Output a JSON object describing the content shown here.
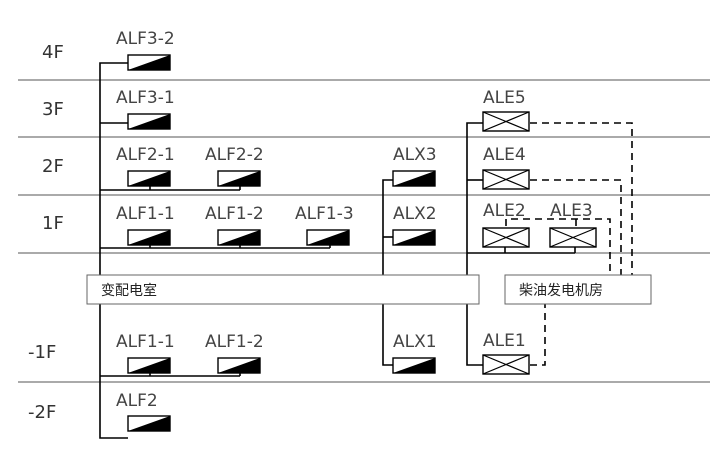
{
  "floors": [
    {
      "id": "4f",
      "label": "4F"
    },
    {
      "id": "3f",
      "label": "3F"
    },
    {
      "id": "2f",
      "label": "2F"
    },
    {
      "id": "1f",
      "label": "1F"
    },
    {
      "id": "b1f",
      "label": "-1F"
    },
    {
      "id": "b2f",
      "label": "-2F"
    }
  ],
  "rooms": {
    "substation": "变配电室",
    "generator": "柴油发电机房"
  },
  "panels": {
    "alf3_2": "ALF3-2",
    "alf3_1": "ALF3-1",
    "alf2_1": "ALF2-1",
    "alf2_2": "ALF2-2",
    "alf1_1": "ALF1-1",
    "alf1_2": "ALF1-2",
    "alf1_3": "ALF1-3",
    "b_alf1_1": "ALF1-1",
    "b_alf1_2": "ALF1-2",
    "b_alf2": "ALF2",
    "alx3": "ALX3",
    "alx2": "ALX2",
    "alx1": "ALX1",
    "ale5": "ALE5",
    "ale4": "ALE4",
    "ale2": "ALE2",
    "ale3": "ALE3",
    "ale1": "ALE1"
  },
  "legend_types": {
    "normal_panel": "half-filled-triangle",
    "emergency_panel": "crossed-box"
  }
}
